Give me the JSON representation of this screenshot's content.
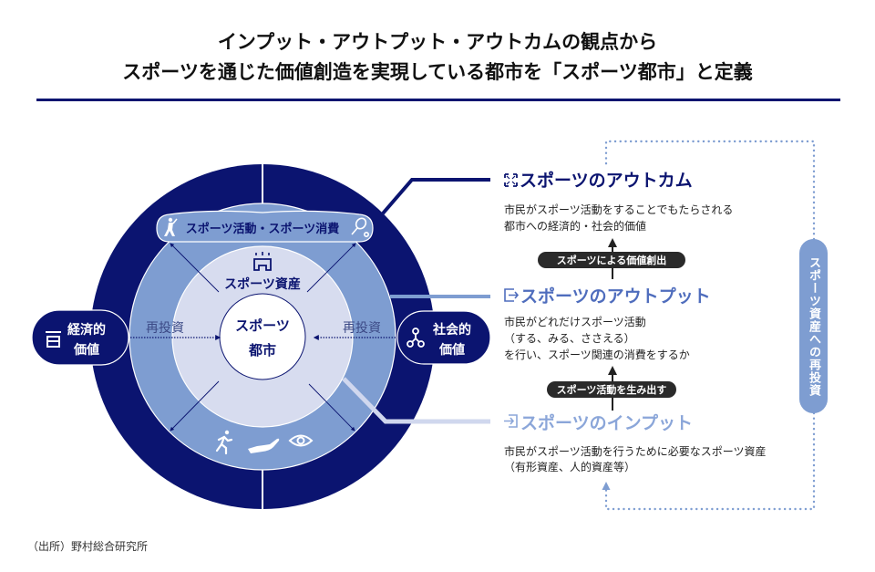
{
  "title": {
    "line1": "インプット・アウトプット・アウトカムの観点から",
    "line2": "スポーツを通じた価値創造を実現している都市を「スポーツ都市」と定義"
  },
  "colors": {
    "navy": "#0b1470",
    "medium_blue": "#7e9dd1",
    "light_blue": "#d7dcef",
    "output_heading": "#4f6dbd",
    "input_heading": "#8ba6d9",
    "transition_pill": "#2a2a2a"
  },
  "diagram": {
    "activity_pill": "スポーツ活動・スポーツ消費",
    "activity_icons": [
      "athlete-icon",
      "tennis-racket-icon"
    ],
    "assets_label": "スポーツ資産",
    "assets_icon": "stadium-icon",
    "center": {
      "line1": "スポーツ",
      "line2": "都市"
    },
    "reinvest_left": "再投資",
    "reinvest_right": "再投資",
    "economic_value": {
      "line1": "経済的",
      "line2": "価値",
      "icon": "building-icon"
    },
    "social_value": {
      "line1": "社会的",
      "line2": "価値",
      "icon": "network-icon"
    },
    "bottom_icons": [
      "running-icon",
      "helping-hand-icon",
      "eye-icon"
    ]
  },
  "stages": {
    "outcome": {
      "icon": "expand-icon",
      "heading": "スポーツのアウトカム",
      "desc": [
        "市民がスポーツ活動をすることでもたらされる",
        "都市への経済的・社会的価値"
      ]
    },
    "output": {
      "icon": "export-icon",
      "heading": "スポーツのアウトプット",
      "desc": [
        "市民がどれだけスポーツ活動",
        "（する、みる、ささえる）",
        "を行い、スポーツ関連の消費をするか"
      ]
    },
    "input": {
      "icon": "import-icon",
      "heading": "スポーツのインプット",
      "desc": [
        "市民がスポーツ活動を行うために必要なスポーツ資産",
        "（有形資産、人的資産等）"
      ]
    }
  },
  "transitions": {
    "output_to_outcome": "スポーツによる価値創出",
    "input_to_output": "スポーツ活動を生み出す"
  },
  "reinvest_loop": "スポーツ資産への再投資",
  "source": "（出所）野村総合研究所"
}
